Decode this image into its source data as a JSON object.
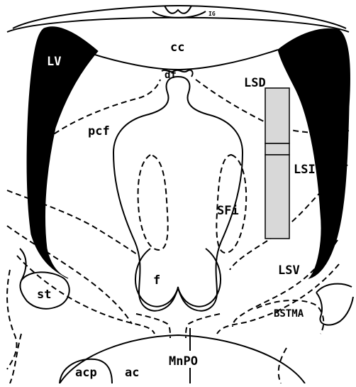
{
  "labels": {
    "ig": "IG",
    "cc": "cc",
    "lv": "LV",
    "df": "df",
    "lsd": "LSD",
    "pcf": "pcf",
    "lsi": "LSI",
    "sfi": "SFi",
    "f": "f",
    "lsv": "LSV",
    "st": "st",
    "bstma": "BSTMA",
    "mnpo": "MnPO",
    "acp": "acp",
    "ac": "ac"
  },
  "colors": {
    "ink": "#000000",
    "paper": "#ffffff",
    "knife_cut": "#d8d8d8"
  }
}
